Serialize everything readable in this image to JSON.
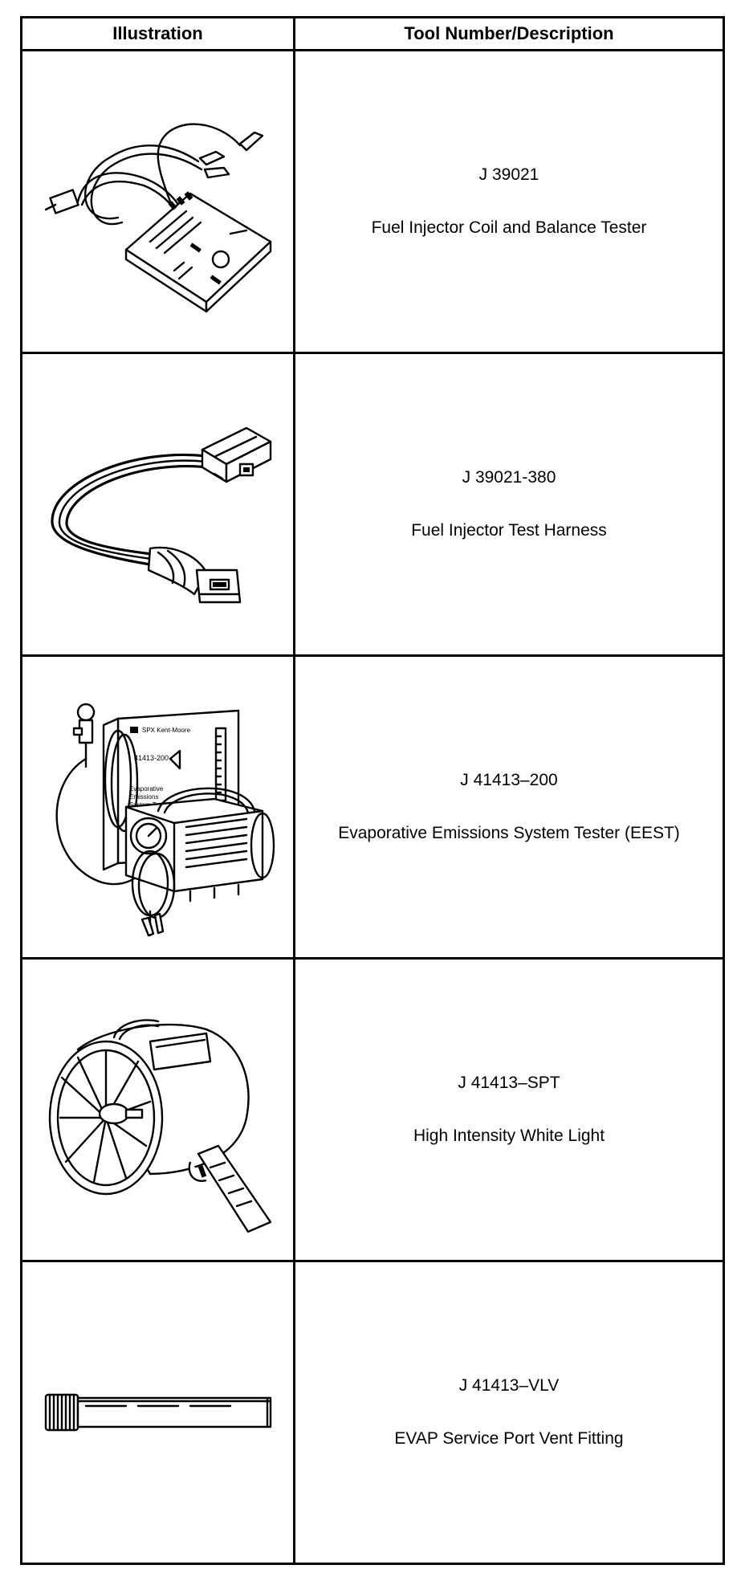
{
  "table": {
    "header_illustration": "Illustration",
    "header_tool": "Tool Number/Description",
    "rows": [
      {
        "number": "J 39021",
        "description": "Fuel Injector Coil and Balance Tester",
        "icon": "coil-balance-tester-icon"
      },
      {
        "number": "J 39021-380",
        "description": "Fuel Injector Test Harness",
        "icon": "test-harness-icon"
      },
      {
        "number": "J 41413–200",
        "description": "Evaporative Emissions System Tester (EEST)",
        "icon": "emissions-tester-icon"
      },
      {
        "number": "J 41413–SPT",
        "description": "High Intensity White Light",
        "icon": "white-light-icon"
      },
      {
        "number": "J 41413–VLV",
        "description": "EVAP Service Port Vent Fitting",
        "icon": "vent-fitting-icon"
      }
    ]
  },
  "illustration_labels": {
    "eest_brand": "SPX Kent-Moore",
    "eest_model": "41413-200",
    "eest_caption_1": "Evaporative",
    "eest_caption_2": "Emissions",
    "eest_caption_3": "System Tester"
  }
}
